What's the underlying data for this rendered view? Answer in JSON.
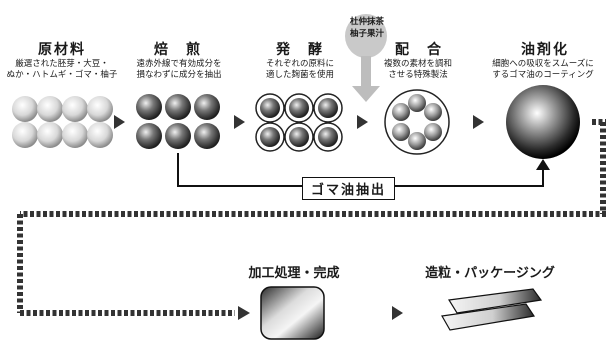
{
  "steps": [
    {
      "title": "原材料",
      "desc": [
        "厳選された胚芽・大豆・",
        "ぬか・ハトムギ・ゴマ・柚子"
      ]
    },
    {
      "title": "焙　煎",
      "desc": [
        "遠赤外線で有効成分を",
        "損なわずに成分を抽出"
      ]
    },
    {
      "title": "発　酵",
      "desc": [
        "それぞれの原料に",
        "適した麹菌を使用"
      ]
    },
    {
      "title": "配　合",
      "desc": [
        "複数の素材を調和",
        "させる特殊製法"
      ]
    },
    {
      "title": "油剤化",
      "desc": [
        "細胞への吸収をスムーズに",
        "するゴマ油のコーティング"
      ]
    }
  ],
  "additive": [
    "杜仲抹茶",
    "柚子果汁"
  ],
  "oil_extraction_label": "ゴマ油抽出",
  "bottom_steps": [
    {
      "title": "加工処理・完成"
    },
    {
      "title": "造粒・パッケージング"
    }
  ]
}
